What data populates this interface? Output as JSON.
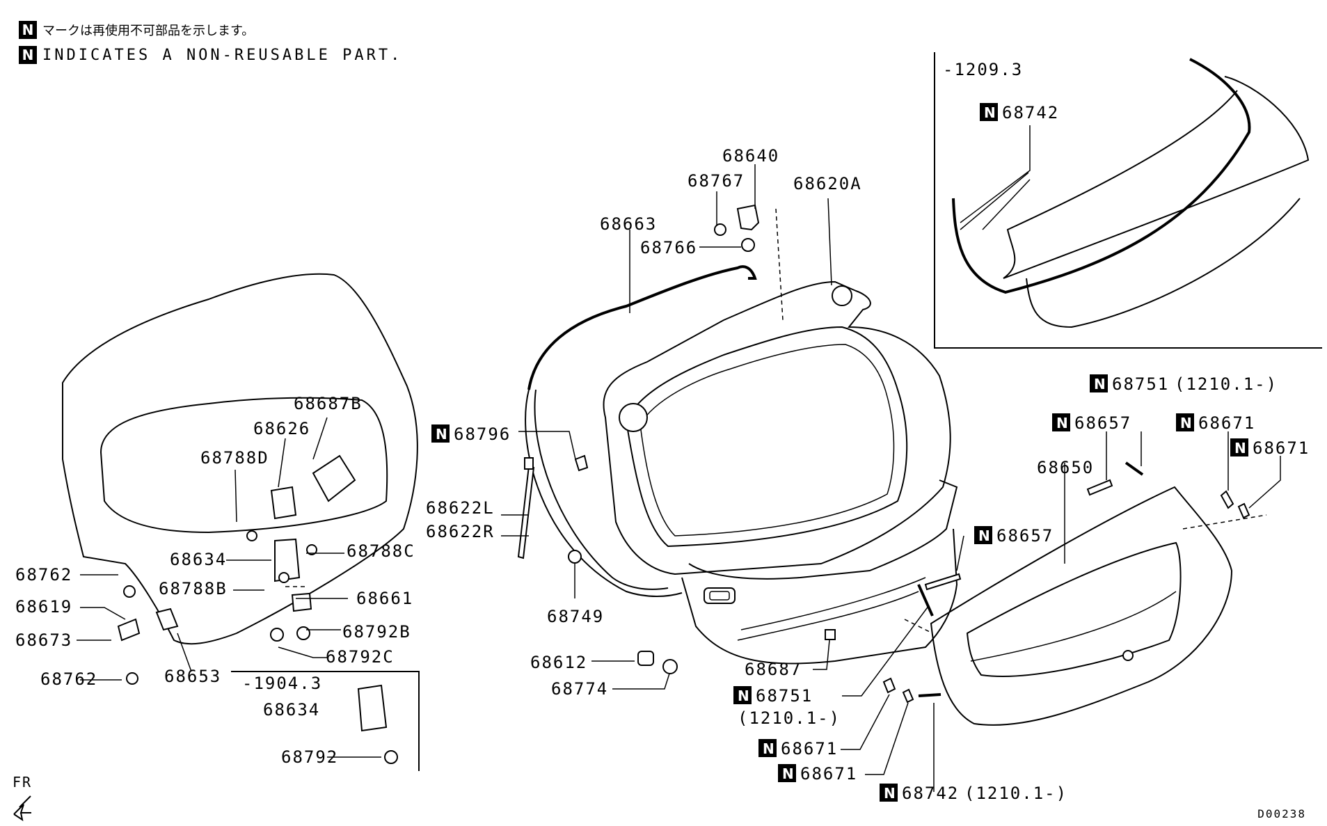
{
  "notes": {
    "badge": "N",
    "jp": "マークは再使用不可部品を示します。",
    "en": "INDICATES A NON-REUSABLE PART."
  },
  "drawing_code": "D00238",
  "fr_label": "FR",
  "inset_label": "-1209.3",
  "variant_label": "-1904.3",
  "labels": {
    "l68742_inset": "68742",
    "l68640": "68640",
    "l68767": "68767",
    "l68620A": "68620A",
    "l68663": "68663",
    "l68766": "68766",
    "l68687B": "68687B",
    "l68626": "68626",
    "l68788D": "68788D",
    "l68796": "68796",
    "l68622L": "68622L",
    "l68622R": "68622R",
    "l68634": "68634",
    "l68788C": "68788C",
    "l68762a": "68762",
    "l68788B": "68788B",
    "l68661": "68661",
    "l68619": "68619",
    "l68792B": "68792B",
    "l68673": "68673",
    "l68792C": "68792C",
    "l68762b": "68762",
    "l68653": "68653",
    "l68634b": "68634",
    "l68792": "68792",
    "l68749": "68749",
    "l68612": "68612",
    "l68774": "68774",
    "l68687": "68687",
    "l68751a": "68751",
    "l68751a_date": "(1210.1-)",
    "l68671a": "68671",
    "l68671b": "68671",
    "l68742b": "68742",
    "l68742b_date": "(1210.1-)",
    "l68751b": "68751",
    "l68751b_date": "(1210.1-)",
    "l68657a": "68657",
    "l68671c": "68671",
    "l68671d": "68671",
    "l68650": "68650",
    "l68657b": "68657"
  }
}
